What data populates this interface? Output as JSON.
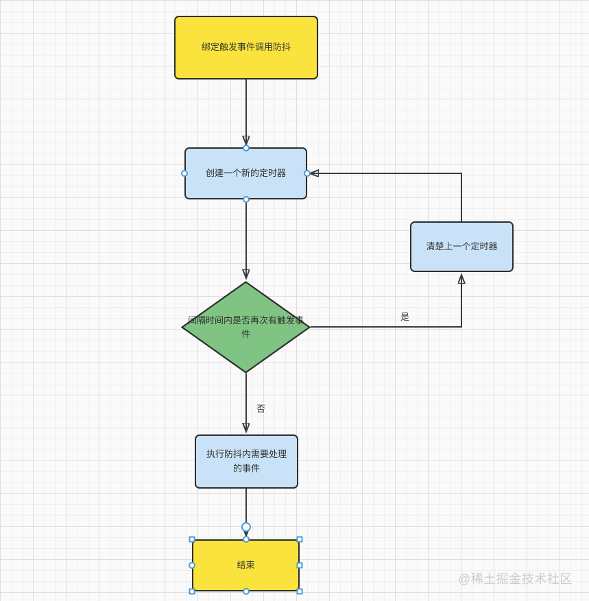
{
  "diagram": {
    "nodes": {
      "start": {
        "label": "绑定触发事件调用防抖",
        "shape": "rectangle",
        "fill": "#f9e33c",
        "selected": false
      },
      "create_timer": {
        "label": "创建一个新的定时器",
        "shape": "rectangle",
        "fill": "#c9e2f7",
        "selected": false
      },
      "clear_timer": {
        "label": "清楚上一个定时器",
        "shape": "rectangle",
        "fill": "#c9e2f7",
        "selected": false
      },
      "decision": {
        "label": "间隔时间内是否再次有触发事件",
        "shape": "diamond",
        "fill": "#7fc482",
        "selected": false
      },
      "execute": {
        "label": "执行防抖内需要处理的事件",
        "shape": "rectangle",
        "fill": "#c9e2f7",
        "selected": false
      },
      "end": {
        "label": "结束",
        "shape": "rectangle",
        "fill": "#f9e33c",
        "selected": true
      }
    },
    "edges": [
      {
        "from": "start",
        "to": "create_timer",
        "label": ""
      },
      {
        "from": "create_timer",
        "to": "decision",
        "label": ""
      },
      {
        "from": "decision",
        "to": "clear_timer",
        "label": "是"
      },
      {
        "from": "clear_timer",
        "to": "create_timer",
        "label": ""
      },
      {
        "from": "decision",
        "to": "execute",
        "label": "否"
      },
      {
        "from": "execute",
        "to": "end",
        "label": ""
      }
    ]
  },
  "colors": {
    "node_border": "#2d2d2d",
    "edge": "#3a3a3a",
    "yellow_fill": "#f9e33c",
    "blue_fill": "#c9e2f7",
    "green_fill": "#7fc482",
    "selection_handle": "#4d9ad5",
    "text": "#333333",
    "watermark": "#cccccc",
    "canvas": "#fafafa"
  },
  "watermark": {
    "text": "@稀土掘金技术社区"
  }
}
